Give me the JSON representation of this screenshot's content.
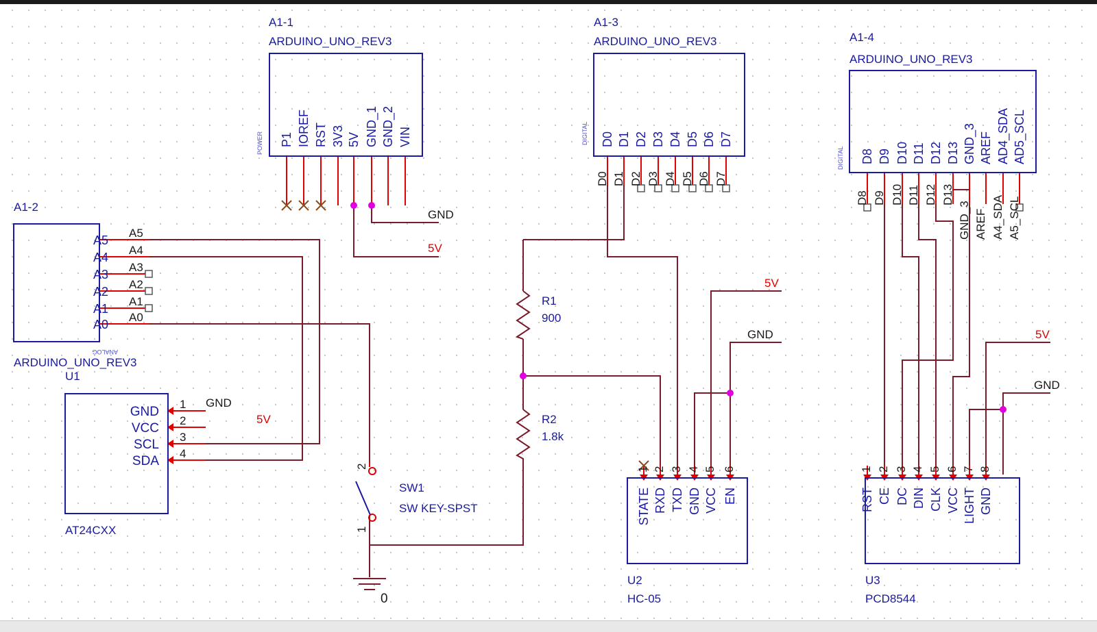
{
  "components": {
    "a1_1": {
      "ref": "A1-1",
      "part": "ARDUINO_UNO_REV3",
      "section": "POWER",
      "pins": [
        "P1",
        "IOREF",
        "RST",
        "3V3",
        "5V",
        "GND_1",
        "GND_2",
        "VIN"
      ]
    },
    "a1_2": {
      "ref": "A1-2",
      "part": "ARDUINO_UNO_REV3",
      "section": "ANALOG",
      "pins": [
        "A5",
        "A4",
        "A3",
        "A2",
        "A1",
        "A0"
      ],
      "net_labels": [
        "A5",
        "A4",
        "A3",
        "A2",
        "A1",
        "A0"
      ]
    },
    "a1_3": {
      "ref": "A1-3",
      "part": "ARDUINO_UNO_REV3",
      "section": "DIGITAL",
      "pins": [
        "D0",
        "D1",
        "D2",
        "D3",
        "D4",
        "D5",
        "D6",
        "D7"
      ],
      "net_labels": [
        "D0",
        "D1",
        "D2",
        "D3",
        "D4",
        "D5",
        "D6",
        "D7"
      ]
    },
    "a1_4": {
      "ref": "A1-4",
      "part": "ARDUINO_UNO_REV3",
      "section": "DIGITAL",
      "pins": [
        "D8",
        "D9",
        "D10",
        "D11",
        "D12",
        "D13",
        "GND_3",
        "AREF",
        "AD4_SDA",
        "AD5_SCL"
      ],
      "net_labels": [
        "D8",
        "D9",
        "D10",
        "D11",
        "D12",
        "D13",
        "GND_3",
        "AREF",
        "A4_SDA",
        "A5_SCL"
      ]
    },
    "u1": {
      "ref": "U1",
      "part": "AT24CXX",
      "pins": [
        "GND",
        "VCC",
        "SCL",
        "SDA"
      ],
      "pin_numbers": [
        "1",
        "2",
        "3",
        "4"
      ]
    },
    "u2": {
      "ref": "U2",
      "part": "HC-05",
      "pins": [
        "STATE",
        "RXD",
        "TXD",
        "GND",
        "VCC",
        "EN"
      ],
      "pin_numbers": [
        "1",
        "2",
        "3",
        "4",
        "5",
        "6"
      ]
    },
    "u3": {
      "ref": "U3",
      "part": "PCD8544",
      "pins": [
        "RST",
        "CE",
        "DC",
        "DIN",
        "CLK",
        "VCC",
        "LIGHT",
        "GND"
      ],
      "pin_numbers": [
        "1",
        "2",
        "3",
        "4",
        "5",
        "6",
        "7",
        "8"
      ]
    },
    "r1": {
      "ref": "R1",
      "value": "900"
    },
    "r2": {
      "ref": "R2",
      "value": "1.8k"
    },
    "sw1": {
      "ref": "SW1",
      "part": "SW KEY-SPST",
      "pin_a": "2",
      "pin_b": "1"
    },
    "ground": {
      "label": "0"
    }
  },
  "net_labels": {
    "gnd": "GND",
    "vcc": "5V"
  },
  "colors": {
    "wire": "#7a1a2a",
    "pin": "#e00000",
    "junction": "#e000e0",
    "body": "#1a1aa0",
    "text": "#1a1aa0",
    "power_label": "#e00000"
  },
  "icons": [
    "ground-symbol-icon",
    "no-connect-x-icon",
    "open-pin-square-icon",
    "junction-dot-icon",
    "switch-spst-icon",
    "resistor-icon"
  ]
}
